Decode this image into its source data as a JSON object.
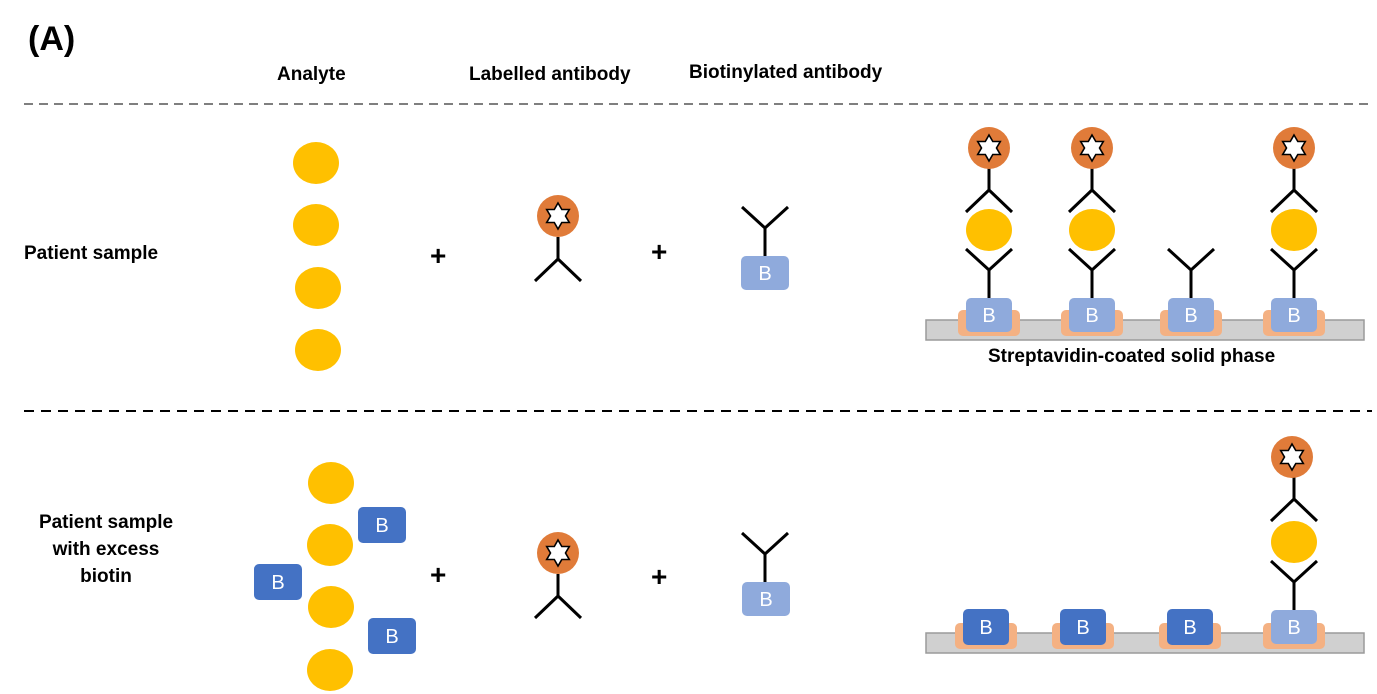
{
  "panel_label": "(A)",
  "headers": {
    "analyte": "Analyte",
    "labelled_antibody": "Labelled antibody",
    "biotinylated_antibody": "Biotinylated antibody"
  },
  "rows": {
    "patient_sample": "Patient sample",
    "excess_biotin_line1": "Patient sample",
    "excess_biotin_line2": "with excess",
    "excess_biotin_line3": "biotin"
  },
  "operators": {
    "plus": "+"
  },
  "biotin_letter": "B",
  "solid_phase_label": "Streptavidin-coated solid phase",
  "colors": {
    "analyte": "#ffc000",
    "label_ring": "#e07b39",
    "biotin_light": "#8faadc",
    "biotin_dark": "#4472c4",
    "streptavidin": "#f4b183",
    "solid_phase": "#d0d0d0",
    "dash": "#7f7f7f"
  }
}
